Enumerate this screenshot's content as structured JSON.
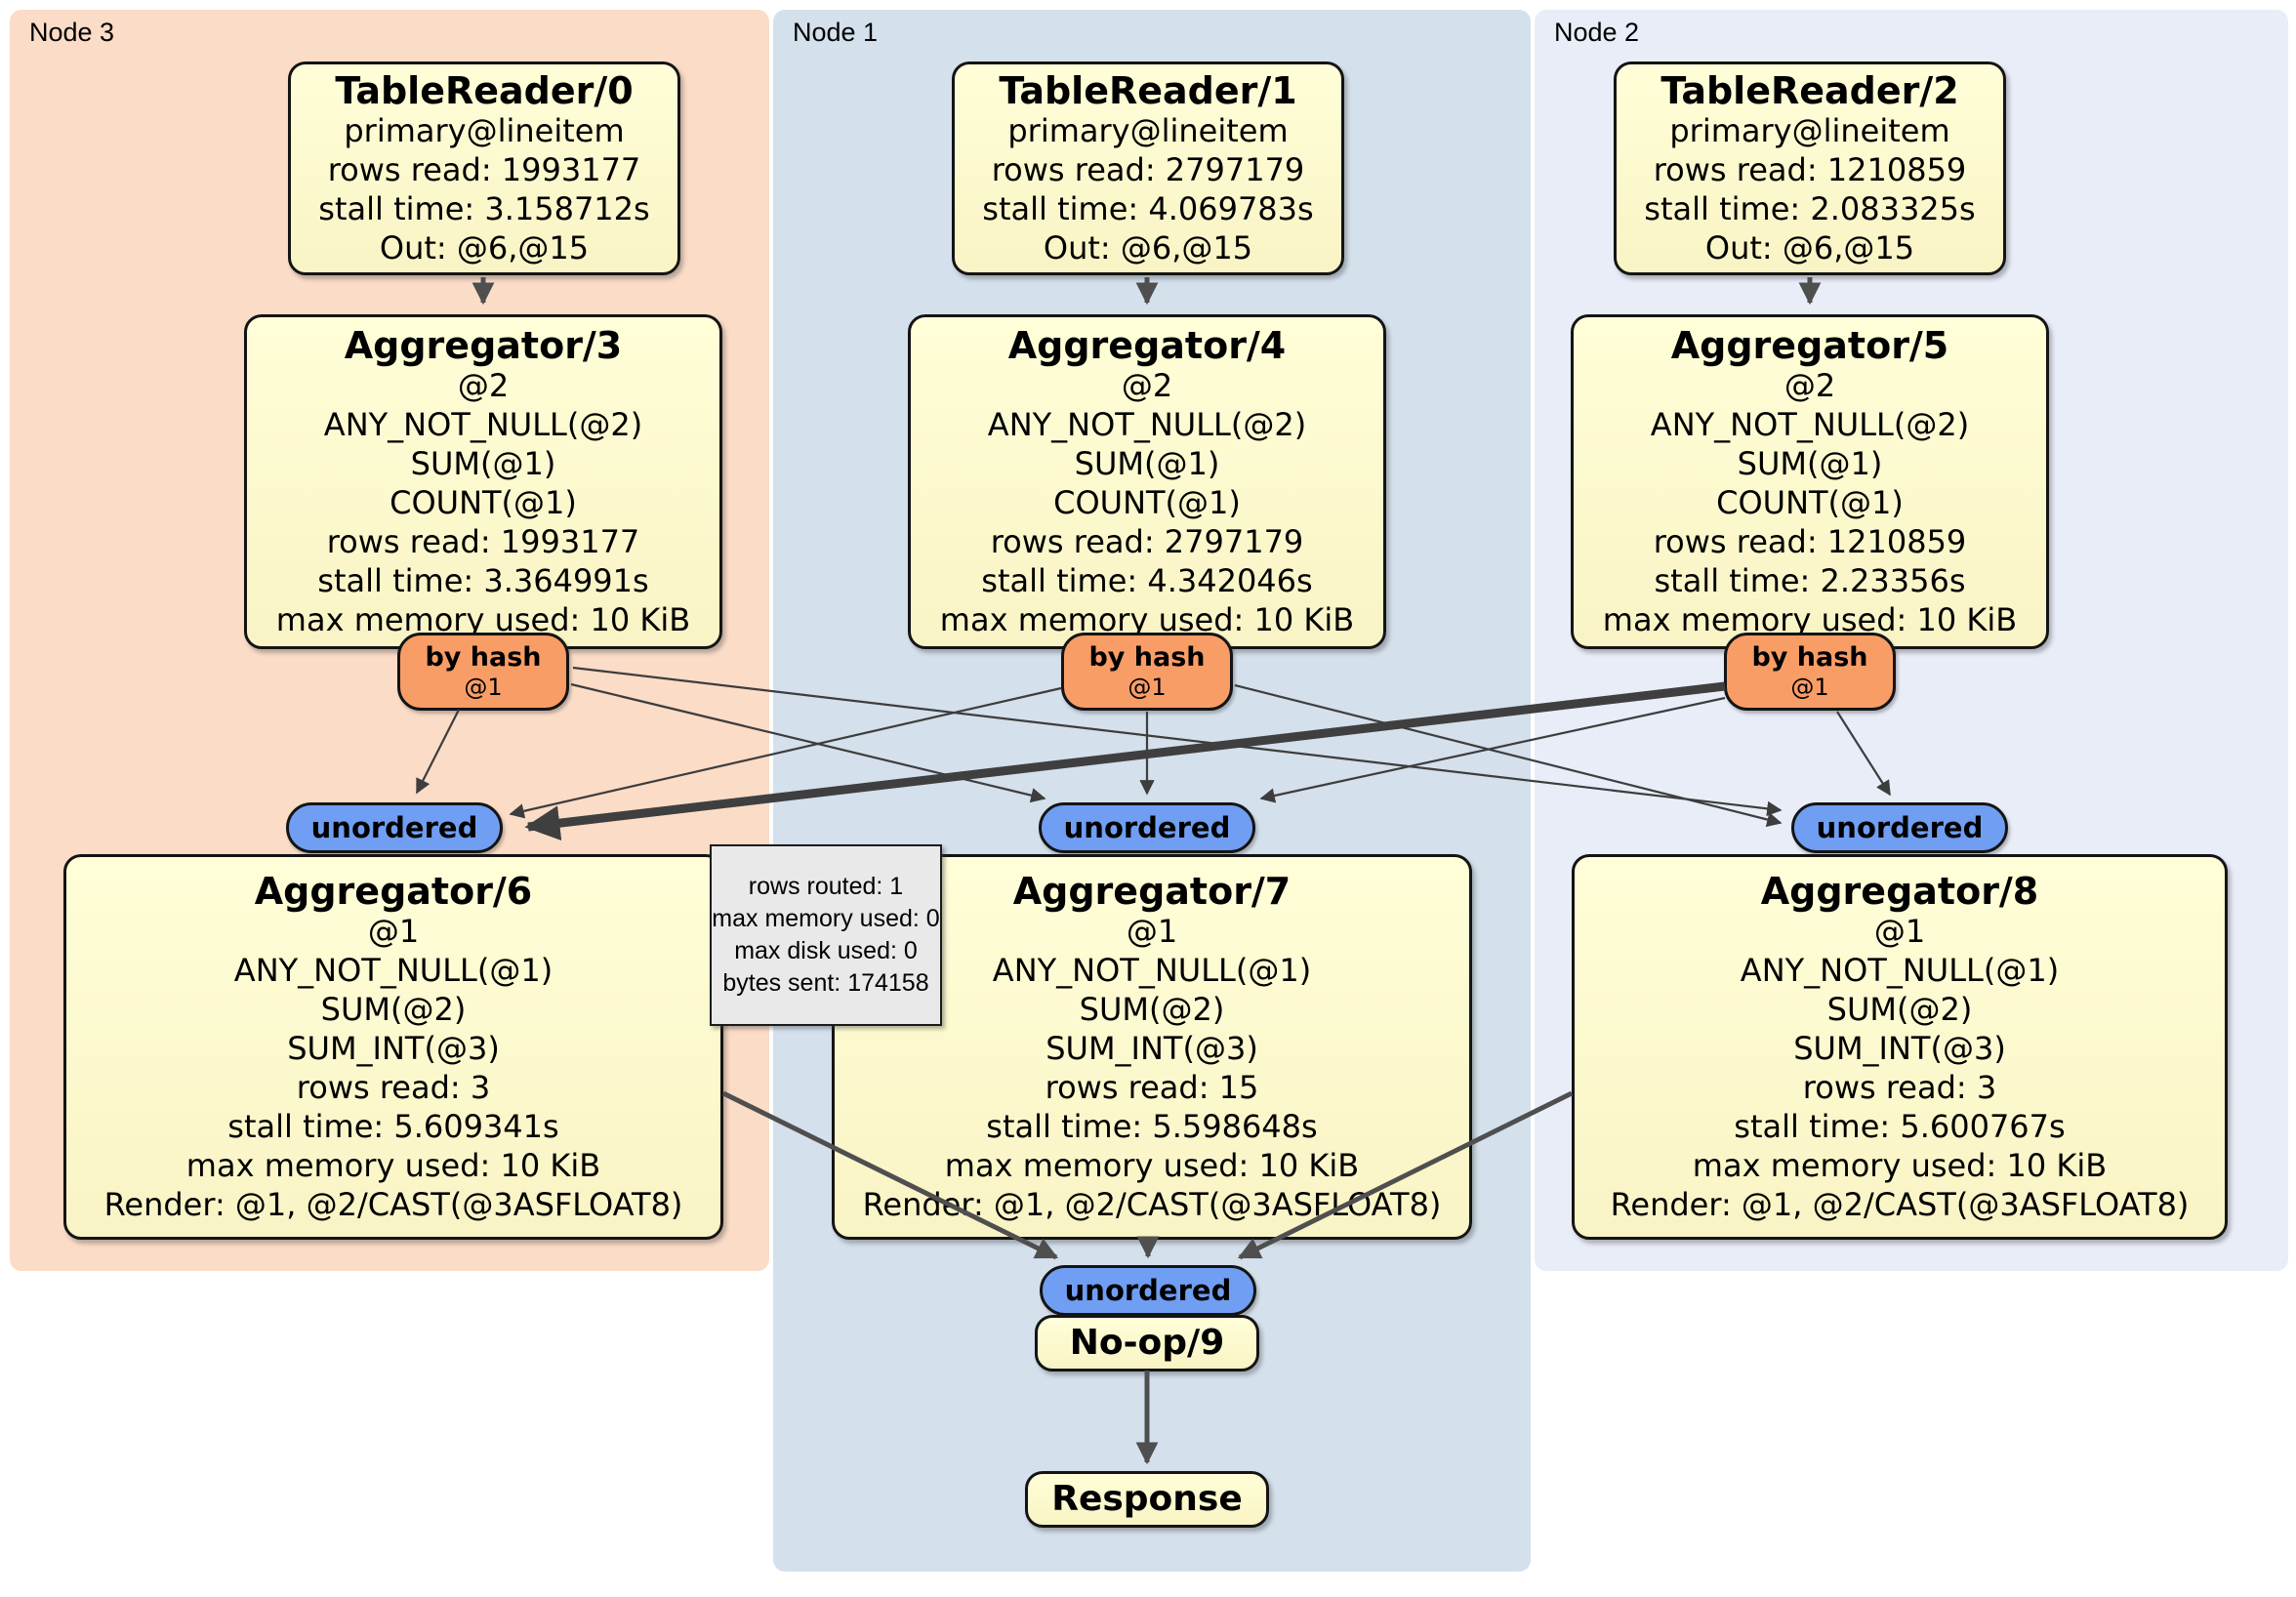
{
  "panels": [
    {
      "id": "node3",
      "label": "Node 3"
    },
    {
      "id": "node1",
      "label": "Node 1"
    },
    {
      "id": "node2",
      "label": "Node 2"
    }
  ],
  "processors": {
    "tr0": {
      "title": "TableReader/0",
      "lines": [
        "primary@lineitem",
        "rows read: 1993177",
        "stall time: 3.158712s",
        "Out: @6,@15"
      ]
    },
    "tr1": {
      "title": "TableReader/1",
      "lines": [
        "primary@lineitem",
        "rows read: 2797179",
        "stall time: 4.069783s",
        "Out: @6,@15"
      ]
    },
    "tr2": {
      "title": "TableReader/2",
      "lines": [
        "primary@lineitem",
        "rows read: 1210859",
        "stall time: 2.083325s",
        "Out: @6,@15"
      ]
    },
    "agg3": {
      "title": "Aggregator/3",
      "lines": [
        "@2",
        "ANY_NOT_NULL(@2)",
        "SUM(@1)",
        "COUNT(@1)",
        "rows read: 1993177",
        "stall time: 3.364991s",
        "max memory used: 10 KiB"
      ]
    },
    "agg4": {
      "title": "Aggregator/4",
      "lines": [
        "@2",
        "ANY_NOT_NULL(@2)",
        "SUM(@1)",
        "COUNT(@1)",
        "rows read: 2797179",
        "stall time: 4.342046s",
        "max memory used: 10 KiB"
      ]
    },
    "agg5": {
      "title": "Aggregator/5",
      "lines": [
        "@2",
        "ANY_NOT_NULL(@2)",
        "SUM(@1)",
        "COUNT(@1)",
        "rows read: 1210859",
        "stall time: 2.23356s",
        "max memory used: 10 KiB"
      ]
    },
    "agg6": {
      "title": "Aggregator/6",
      "lines": [
        "@1",
        "ANY_NOT_NULL(@1)",
        "SUM(@2)",
        "SUM_INT(@3)",
        "rows read: 3",
        "stall time: 5.609341s",
        "max memory used: 10 KiB",
        "Render: @1, @2/CAST(@3ASFLOAT8)"
      ]
    },
    "agg7": {
      "title": "Aggregator/7",
      "lines": [
        "@1",
        "ANY_NOT_NULL(@1)",
        "SUM(@2)",
        "SUM_INT(@3)",
        "rows read: 15",
        "stall time: 5.598648s",
        "max memory used: 10 KiB",
        "Render: @1, @2/CAST(@3ASFLOAT8)"
      ]
    },
    "agg8": {
      "title": "Aggregator/8",
      "lines": [
        "@1",
        "ANY_NOT_NULL(@1)",
        "SUM(@2)",
        "SUM_INT(@3)",
        "rows read: 3",
        "stall time: 5.600767s",
        "max memory used: 10 KiB",
        "Render: @1, @2/CAST(@3ASFLOAT8)"
      ]
    },
    "noop9": {
      "title": "No-op/9"
    },
    "response": {
      "title": "Response"
    }
  },
  "routers": {
    "r3": {
      "label": "by hash",
      "detail": "@1"
    },
    "r1": {
      "label": "by hash",
      "detail": "@1"
    },
    "r2": {
      "label": "by hash",
      "detail": "@1"
    }
  },
  "streams": {
    "s3": {
      "label": "unordered"
    },
    "s1": {
      "label": "unordered"
    },
    "s2": {
      "label": "unordered"
    },
    "sFinal": {
      "label": "unordered"
    }
  },
  "tooltip": {
    "lines": [
      "rows routed: 1",
      "max memory used: 0",
      "max disk used: 0",
      "bytes sent: 174158"
    ]
  },
  "colors": {
    "node3_bg": "#fbdcc7",
    "node1_bg": "#d4e0ec",
    "node2_bg": "#e9edf8",
    "box_fill": "#fdfacd",
    "router_fill": "#f99d67",
    "stream_fill": "#6f9ef3",
    "edge": "#3f3f3f",
    "tooltip_bg": "#e9e9e9"
  }
}
